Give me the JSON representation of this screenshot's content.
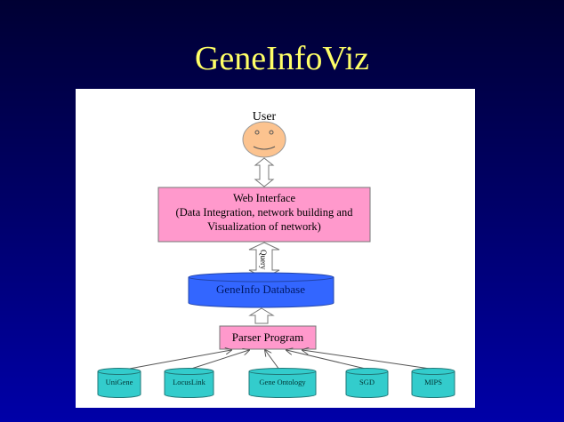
{
  "title": "GeneInfoViz",
  "diagram": {
    "user": "User",
    "web_interface": [
      "Web Interface",
      "(Data Integration, network building and",
      "Visualization of network)"
    ],
    "query": "Query",
    "database": "GeneInfo Database",
    "parser": "Parser Program",
    "sources": [
      "UniGene",
      "LocusLink",
      "Gene Ontology",
      "SGD",
      "MIPS"
    ],
    "colors": {
      "face": "#fcc38f",
      "box": "#ff99cc",
      "database": "#3366ff",
      "sources": "#33cccc",
      "title": "#ffff66"
    }
  }
}
